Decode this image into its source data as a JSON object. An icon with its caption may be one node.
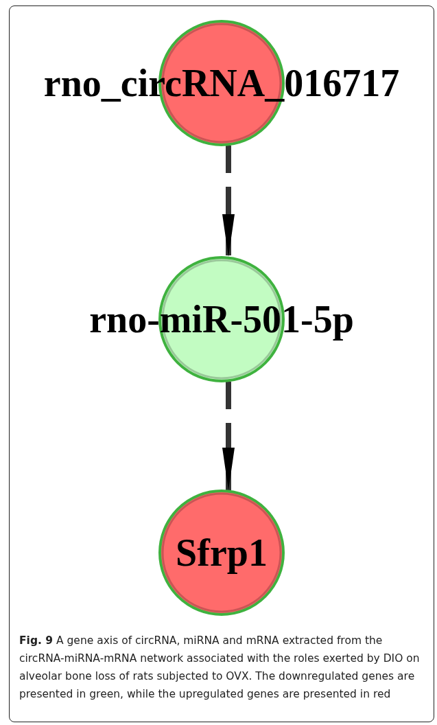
{
  "diagram": {
    "caption": "**Fig. 9** A gene axis of circRNA, miRNA and mRNA extracted from the circRNA-miRNA-mRNA network associated with the roles exerted by DIO on alveolar bone loss of rats subjected to OVX. The downregulated genes are presented in green, while the upregulated genes are presented in red",
    "nodes": [
      {
        "text": [
          "rno_circRNA_016717"
        ]
      },
      {
        "text": [
          "rno-miR-501-5p"
        ]
      },
      {
        "text": [
          "Sfrp1"
        ]
      }
    ],
    "edges": [
      {
        "from": 0,
        "to": 1,
        "arrow": "to",
        "style": "dashed"
      },
      {
        "from": 1,
        "to": 2,
        "arrow": "to",
        "style": "dashed"
      }
    ]
  }
}
